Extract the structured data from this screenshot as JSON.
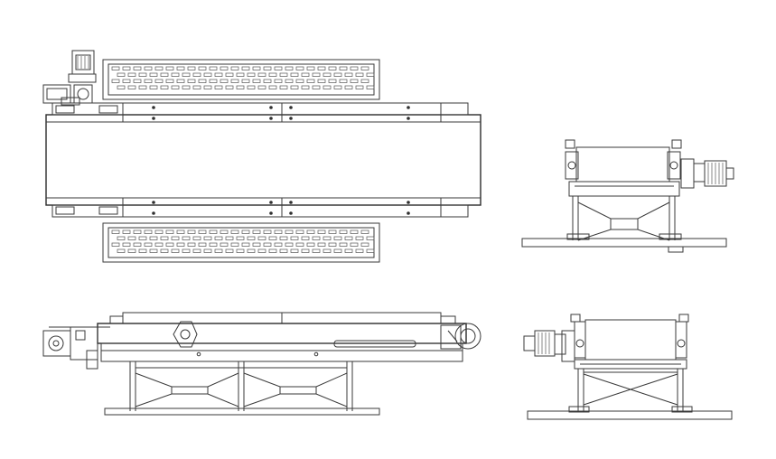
{
  "drawing": {
    "colors": {
      "line": "#3a3a3a",
      "background": "#ffffff"
    },
    "views": [
      {
        "id": "top",
        "description": ""
      },
      {
        "id": "end-right",
        "description": ""
      },
      {
        "id": "side",
        "description": ""
      },
      {
        "id": "end-left",
        "description": ""
      }
    ]
  }
}
